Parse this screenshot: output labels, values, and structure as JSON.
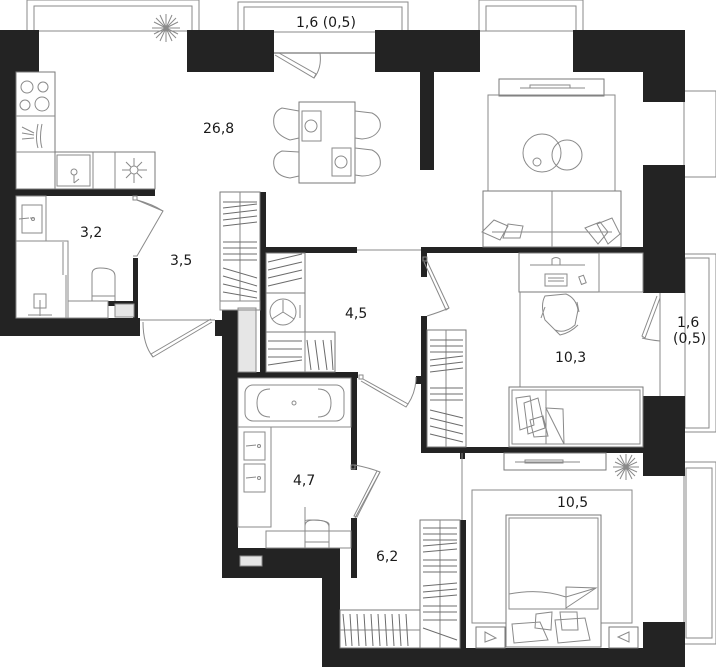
{
  "plan": {
    "type": "apartment-floor-plan",
    "rooms": [
      {
        "id": "kitchen-living",
        "area": "26,8"
      },
      {
        "id": "bathroom-small",
        "area": "3,2"
      },
      {
        "id": "entry-hall",
        "area": "3,5"
      },
      {
        "id": "hall",
        "area": "4,5"
      },
      {
        "id": "bathroom",
        "area": "4,7"
      },
      {
        "id": "corridor",
        "area": "6,2"
      },
      {
        "id": "bedroom-1",
        "area": "10,3"
      },
      {
        "id": "bedroom-2",
        "area": "10,5"
      }
    ],
    "balconies": [
      {
        "id": "balcony-top",
        "area": "1,6 (0,5)"
      },
      {
        "id": "balcony-right",
        "area_line1": "1,6",
        "area_line2": "(0,5)"
      }
    ],
    "colors": {
      "wall": "#232323",
      "line": "#8a8a8a",
      "background": "#ffffff",
      "fixture_fill": "#e6e6e6"
    },
    "icons": [
      "plant-icon",
      "stove-icon",
      "dishwasher-icon",
      "sink-icon",
      "fridge-icon",
      "dining-table-icon",
      "sofa-icon",
      "coffee-table-icon",
      "tv-icon",
      "desk-icon",
      "office-chair-icon",
      "single-bed-icon",
      "double-bed-icon",
      "wardrobe-icon",
      "washing-machine-icon",
      "bathtub-icon",
      "toilet-icon",
      "washbasin-icon",
      "shower-icon",
      "nightstand-icon",
      "door-icon"
    ]
  }
}
